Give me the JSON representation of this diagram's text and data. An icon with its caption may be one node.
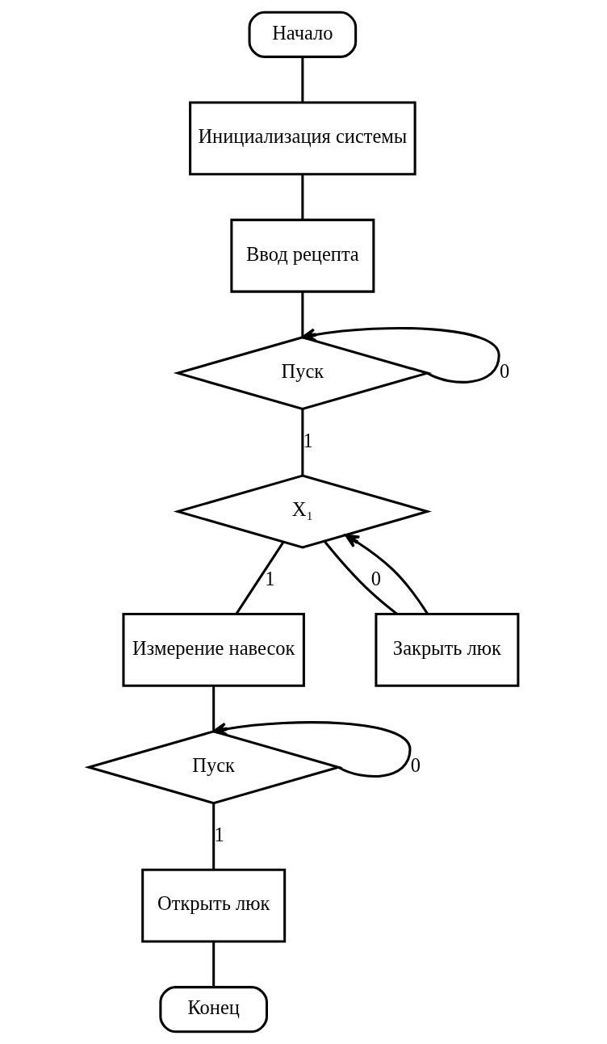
{
  "diagram": {
    "nodes": [
      {
        "text": [
          "Начало"
        ]
      },
      {
        "text": [
          "Инициализация системы"
        ]
      },
      {
        "text": [
          "Ввод рецепта"
        ]
      },
      {
        "text": [
          "Пуск"
        ]
      },
      {
        "text": [
          "X₁"
        ]
      },
      {
        "text": [
          "Измерение навесок"
        ]
      },
      {
        "text": [
          "Закрыть люк"
        ]
      },
      {
        "text": [
          "Пуск"
        ]
      },
      {
        "text": [
          "Открыть люк"
        ]
      },
      {
        "text": [
          "Конец"
        ]
      }
    ],
    "edges": [
      {
        "from": 0,
        "to": 1,
        "arrow": "none"
      },
      {
        "from": 1,
        "to": 2,
        "arrow": "none"
      },
      {
        "from": 2,
        "to": 3,
        "arrow": "none"
      },
      {
        "from": 3,
        "to": 3,
        "arrow": "to",
        "label": "0"
      },
      {
        "from": 3,
        "to": 4,
        "arrow": "none",
        "label": "1"
      },
      {
        "from": 4,
        "to": 5,
        "arrow": "none",
        "label": "1"
      },
      {
        "from": 4,
        "to": 6,
        "arrow": "none",
        "label": "0"
      },
      {
        "from": 6,
        "to": 4,
        "arrow": "to"
      },
      {
        "from": 5,
        "to": 7,
        "arrow": "none"
      },
      {
        "from": 7,
        "to": 7,
        "arrow": "to",
        "label": "0"
      },
      {
        "from": 7,
        "to": 8,
        "arrow": "none",
        "label": "1"
      },
      {
        "from": 8,
        "to": 9,
        "arrow": "none"
      }
    ]
  }
}
